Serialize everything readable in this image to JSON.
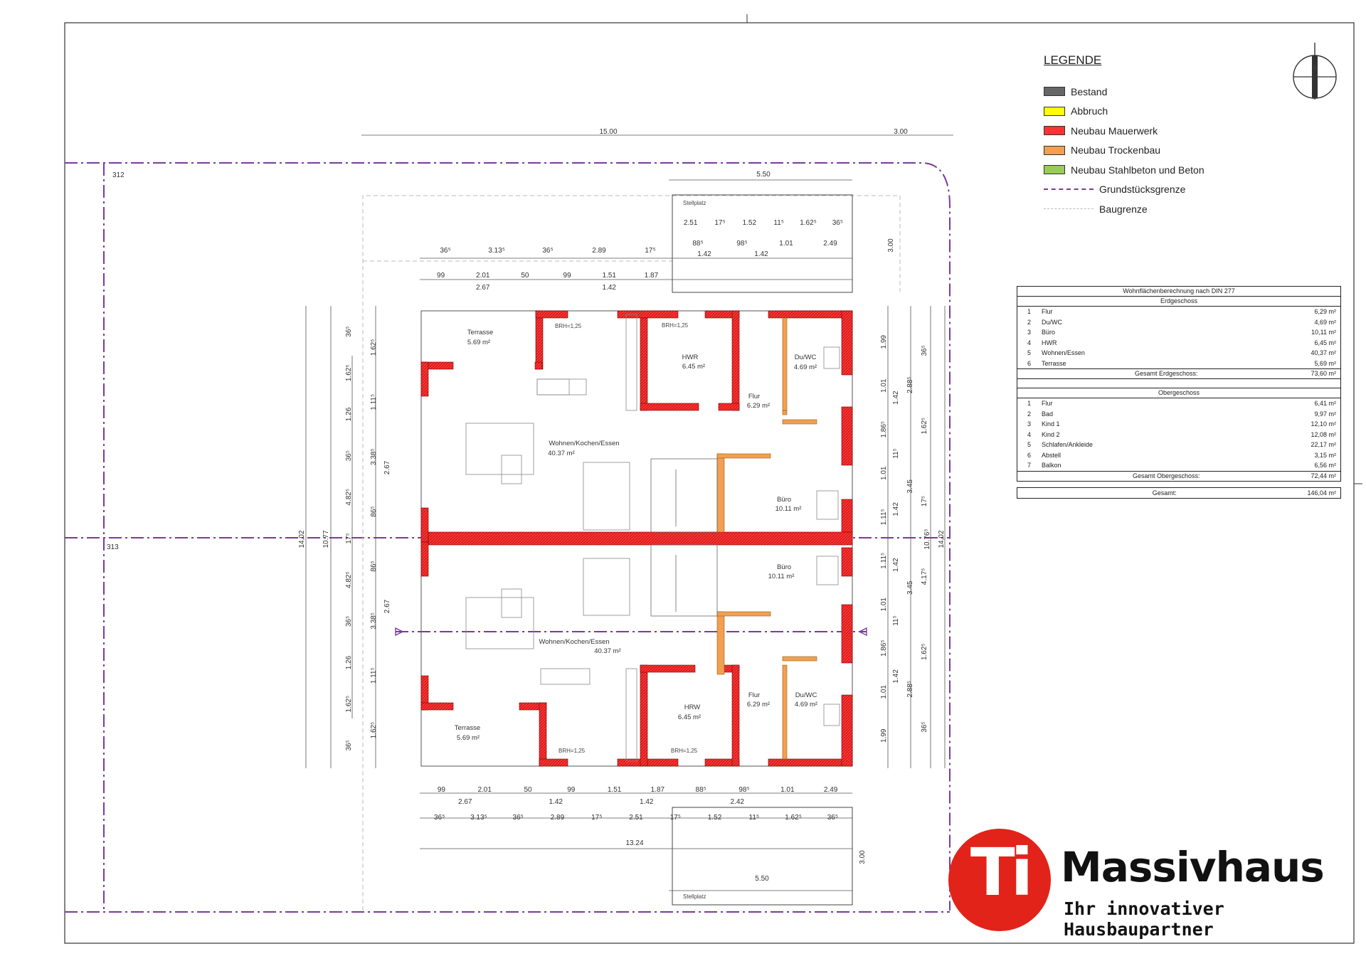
{
  "legend": {
    "title": "LEGENDE",
    "items": [
      {
        "label": "Bestand",
        "color": "#666666",
        "kind": "swatch"
      },
      {
        "label": "Abbruch",
        "color": "#ffff00",
        "kind": "swatch"
      },
      {
        "label": "Neubau Mauerwerk",
        "color": "#ff3333",
        "kind": "swatch"
      },
      {
        "label": "Neubau Trockenbau",
        "color": "#f0a050",
        "kind": "swatch"
      },
      {
        "label": "Neubau Stahlbeton und Beton",
        "color": "#99cc55",
        "kind": "swatch"
      },
      {
        "label": "Grundstücksgrenze",
        "color": "#7a3b9a",
        "kind": "dashdot"
      },
      {
        "label": "Baugrenze",
        "color": "#bbbbbb",
        "kind": "dashed"
      }
    ]
  },
  "area_table": {
    "title": "Wohnflächenberechnung nach DIN 277",
    "eg_title": "Erdgeschoss",
    "eg_rows": [
      {
        "n": "1",
        "label": "Flur",
        "value": "6,29 m²"
      },
      {
        "n": "2",
        "label": "Du/WC",
        "value": "4,69 m²"
      },
      {
        "n": "3",
        "label": "Büro",
        "value": "10,11 m²"
      },
      {
        "n": "4",
        "label": "HWR",
        "value": "6,45 m²"
      },
      {
        "n": "5",
        "label": "Wohnen/Essen",
        "value": "40,37 m²"
      },
      {
        "n": "6",
        "label": "Terrasse",
        "value": "5,69 m²"
      }
    ],
    "eg_total_label": "Gesamt Erdgeschoss:",
    "eg_total_value": "73,60 m²",
    "og_title": "Obergeschoss",
    "og_rows": [
      {
        "n": "1",
        "label": "Flur",
        "value": "6,41 m²"
      },
      {
        "n": "2",
        "label": "Bad",
        "value": "9,97 m²"
      },
      {
        "n": "3",
        "label": "Kind 1",
        "value": "12,10 m²"
      },
      {
        "n": "4",
        "label": "Kind 2",
        "value": "12,08 m²"
      },
      {
        "n": "5",
        "label": "Schlafen/Ankleide",
        "value": "22,17 m²"
      },
      {
        "n": "6",
        "label": "Abstell",
        "value": "3,15 m²"
      },
      {
        "n": "7",
        "label": "Balkon",
        "value": "6,56 m²"
      }
    ],
    "og_total_label": "Gesamt Obergeschoss:",
    "og_total_value": "72,44 m²",
    "grand_label": "Gesamt:",
    "grand_value": "146,04 m²"
  },
  "north": "N",
  "parcels": {
    "a": "312",
    "b": "313"
  },
  "rooms_top": {
    "terrasse": "Terrasse",
    "terrasse_area": "5.69 m²",
    "hwr": "HWR",
    "hwr_area": "6.45 m²",
    "duwc": "Du/WC",
    "duwc_area": "4.69 m²",
    "flur": "Flur",
    "flur_area": "6.29 m²",
    "wohnen": "Wohnen/Kochen/Essen",
    "wohnen_area": "40.37 m²",
    "buero": "Büro",
    "buero_area": "10.11 m²"
  },
  "rooms_bottom": {
    "terrasse": "Terrasse",
    "terrasse_area": "5.69 m²",
    "hwr": "HRW",
    "hwr_area": "6.45 m²",
    "duwc": "Du/WC",
    "duwc_area": "4.69 m²",
    "flur": "Flur",
    "flur_area": "6.29 m²",
    "wohnen": "Wohnen/Kochen/Essen",
    "wohnen_area": "40.37 m²",
    "buero": "Büro",
    "buero_area": "10.11 m²"
  },
  "stellplatz": "Stellplatz",
  "brh": "BRH=1,25",
  "dims_top": {
    "d1500": "15.00",
    "d300": "3.00",
    "d550": "5.50",
    "sp_row1": [
      "2.51",
      "17⁵",
      "1.52",
      "11⁵",
      "1.62⁵",
      "36⁵"
    ],
    "sp_row2": [
      "88⁵",
      "98⁵",
      "1.01",
      "2.49"
    ],
    "sp_row3": [
      "1.42",
      "1.42"
    ],
    "row_a": [
      "36⁵",
      "3.13⁵",
      "36⁵",
      "2.89",
      "17⁵"
    ],
    "row_b": [
      "99",
      "2.01",
      "50",
      "99",
      "1.51",
      "1.87"
    ],
    "row_c": [
      "2.67",
      "1.42"
    ],
    "sp_depth": "3.00"
  },
  "dims_bottom": {
    "row_b": [
      "99",
      "2.01",
      "50",
      "99",
      "1.51",
      "1.87",
      "88⁵",
      "98⁵",
      "1.01",
      "2.49"
    ],
    "row_c": [
      "2.67",
      "1.42",
      "1.42",
      "2.42"
    ],
    "row_a": [
      "36⁵",
      "3.13⁵",
      "36⁵",
      "2.89",
      "17⁵",
      "2.51",
      "17⁵",
      "1.52",
      "11⁵",
      "1.62⁵",
      "36⁵"
    ],
    "total": "13.24",
    "d550": "5.50",
    "sp_depth": "3.00"
  },
  "dims_left": {
    "overall": "14,02",
    "half": "10.77",
    "a": [
      "36⁵",
      "1.62⁵",
      "1.26",
      "36⁵",
      "4.82⁵",
      "17⁵",
      "4.82⁵",
      "36⁵",
      "1.26",
      "1.62⁵",
      "36⁵"
    ],
    "b": [
      "1.62⁵",
      "1.11⁵",
      "3.38⁵",
      "86⁵",
      "86⁵",
      "3.38⁵",
      "1.11⁵",
      "1.62⁵"
    ],
    "c": [
      "2.67",
      "2.67"
    ]
  },
  "dims_right": {
    "overall": "14,02",
    "half": "10.76⁵",
    "a": [
      "1.99",
      "1.01",
      "1.86⁵",
      "1.01",
      "1.11⁵",
      "1.11⁵",
      "1.01",
      "1.86⁵",
      "1.01",
      "1.99"
    ],
    "b": [
      "1.42",
      "11⁵",
      "1.42",
      "1.42",
      "11⁵",
      "1.42"
    ],
    "c": [
      "2.88⁵",
      "3.45",
      "3.45",
      "2.88⁵"
    ],
    "d": [
      "36⁵",
      "1.62⁵",
      "17⁵",
      "4.17⁵",
      "1.62⁵",
      "36⁵"
    ]
  },
  "logo": {
    "mark": "Ti",
    "brand": "Massivhaus",
    "slogan": "Ihr innovativer Hausbaupartner",
    "color": "#e2231a"
  },
  "colors": {
    "wall": "#ff3333",
    "drywall": "#f0a050",
    "boundary": "#7a3b9a",
    "baugrenze": "#bbbbbb"
  }
}
